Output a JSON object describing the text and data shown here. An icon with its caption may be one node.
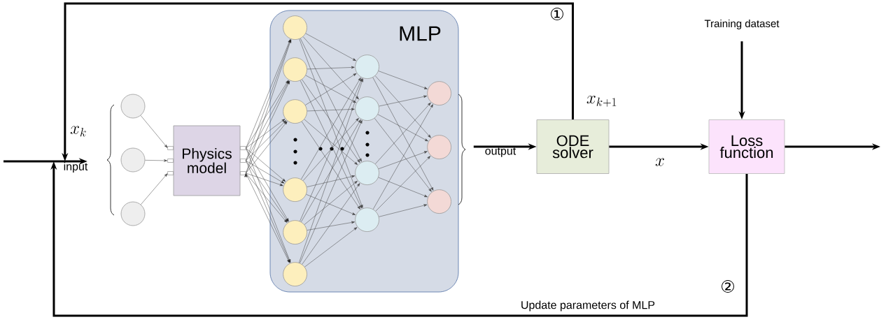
{
  "diagram": {
    "nodes": [
      {
        "text": [
          "input"
        ]
      },
      {
        "text": [],
        "shape": "circle"
      },
      {
        "text": [],
        "shape": "circle"
      },
      {
        "text": [],
        "shape": "circle"
      },
      {
        "text": [
          "Physics model"
        ]
      },
      {
        "text": [
          "MLP"
        ]
      },
      {
        "text": [],
        "shape": "circle",
        "in": 5
      },
      {
        "text": [],
        "shape": "circle",
        "in": 5
      },
      {
        "text": [],
        "shape": "circle",
        "in": 5
      },
      {
        "text": [],
        "shape": "circle",
        "in": 5
      },
      {
        "text": [],
        "shape": "circle",
        "in": 5
      },
      {
        "text": [],
        "shape": "circle",
        "in": 5
      },
      {
        "text": [],
        "shape": "circle",
        "in": 5
      },
      {
        "text": [],
        "shape": "circle",
        "in": 5
      },
      {
        "text": [],
        "shape": "circle",
        "in": 5
      },
      {
        "text": [],
        "shape": "circle",
        "in": 5
      },
      {
        "text": [],
        "shape": "circle",
        "in": 5
      },
      {
        "text": [],
        "shape": "circle",
        "in": 5
      },
      {
        "text": [],
        "shape": "circle",
        "in": 5
      },
      {
        "text": [
          "output"
        ]
      },
      {
        "text": [
          "ODE solver"
        ]
      },
      {
        "text": [
          "Training dataset"
        ]
      },
      {
        "text": [
          "Loss function"
        ]
      }
    ],
    "edges": [
      {
        "from": null,
        "to": 0,
        "arrow": "to",
        "style": "thick"
      },
      {
        "from": 20,
        "to": 0,
        "arrow": "to",
        "style": "thick",
        "label": "①"
      },
      {
        "from": 22,
        "to": 0,
        "arrow": "to",
        "style": "thick",
        "label": "Update parameters of MLP"
      },
      {
        "from": 1,
        "to": 4,
        "arrow": "to"
      },
      {
        "from": 2,
        "to": 4,
        "arrow": "to"
      },
      {
        "from": 3,
        "to": 4,
        "arrow": "to"
      },
      {
        "from": 4,
        "to": 6,
        "arrow": "to"
      },
      {
        "from": 4,
        "to": 7,
        "arrow": "to"
      },
      {
        "from": 4,
        "to": 8,
        "arrow": "to"
      },
      {
        "from": 4,
        "to": 9,
        "arrow": "to"
      },
      {
        "from": 4,
        "to": 10,
        "arrow": "to"
      },
      {
        "from": 4,
        "to": 11,
        "arrow": "to"
      },
      {
        "from": 6,
        "to": 12,
        "arrow": "to"
      },
      {
        "from": 6,
        "to": 13,
        "arrow": "to"
      },
      {
        "from": 6,
        "to": 14,
        "arrow": "to"
      },
      {
        "from": 6,
        "to": 15,
        "arrow": "to"
      },
      {
        "from": 7,
        "to": 12,
        "arrow": "to"
      },
      {
        "from": 7,
        "to": 13,
        "arrow": "to"
      },
      {
        "from": 7,
        "to": 14,
        "arrow": "to"
      },
      {
        "from": 7,
        "to": 15,
        "arrow": "to"
      },
      {
        "from": 8,
        "to": 12,
        "arrow": "to"
      },
      {
        "from": 8,
        "to": 13,
        "arrow": "to"
      },
      {
        "from": 8,
        "to": 14,
        "arrow": "to"
      },
      {
        "from": 8,
        "to": 15,
        "arrow": "to"
      },
      {
        "from": 9,
        "to": 12,
        "arrow": "to"
      },
      {
        "from": 9,
        "to": 13,
        "arrow": "to"
      },
      {
        "from": 9,
        "to": 14,
        "arrow": "to"
      },
      {
        "from": 9,
        "to": 15,
        "arrow": "to"
      },
      {
        "from": 10,
        "to": 12,
        "arrow": "to"
      },
      {
        "from": 10,
        "to": 13,
        "arrow": "to"
      },
      {
        "from": 10,
        "to": 14,
        "arrow": "to"
      },
      {
        "from": 10,
        "to": 15,
        "arrow": "to"
      },
      {
        "from": 11,
        "to": 12,
        "arrow": "to"
      },
      {
        "from": 11,
        "to": 13,
        "arrow": "to"
      },
      {
        "from": 11,
        "to": 14,
        "arrow": "to"
      },
      {
        "from": 11,
        "to": 15,
        "arrow": "to"
      },
      {
        "from": 12,
        "to": 16,
        "arrow": "to"
      },
      {
        "from": 12,
        "to": 17,
        "arrow": "to"
      },
      {
        "from": 12,
        "to": 18,
        "arrow": "to"
      },
      {
        "from": 13,
        "to": 16,
        "arrow": "to"
      },
      {
        "from": 13,
        "to": 17,
        "arrow": "to"
      },
      {
        "from": 13,
        "to": 18,
        "arrow": "to"
      },
      {
        "from": 14,
        "to": 16,
        "arrow": "to"
      },
      {
        "from": 14,
        "to": 17,
        "arrow": "to"
      },
      {
        "from": 14,
        "to": 18,
        "arrow": "to"
      },
      {
        "from": 15,
        "to": 16,
        "arrow": "to"
      },
      {
        "from": 15,
        "to": 17,
        "arrow": "to"
      },
      {
        "from": 15,
        "to": 18,
        "arrow": "to"
      },
      {
        "from": 19,
        "to": 20,
        "arrow": "to",
        "style": "thick"
      },
      {
        "from": 20,
        "to": 22,
        "arrow": "to",
        "style": "thick",
        "label": "x"
      },
      {
        "from": 21,
        "to": 22,
        "arrow": "to",
        "style": "thick"
      },
      {
        "from": 22,
        "to": null,
        "arrow": "to",
        "style": "thick"
      }
    ],
    "labels": [
      "x_{k+1}",
      "x_k",
      "②"
    ]
  }
}
